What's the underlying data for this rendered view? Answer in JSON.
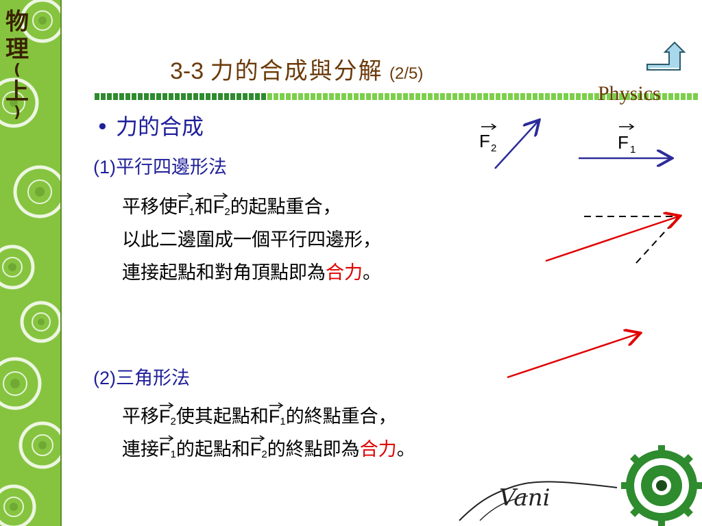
{
  "sidebar": {
    "title_chars": [
      "物",
      "理",
      "(",
      "上",
      ")"
    ]
  },
  "header": {
    "title_num": "3-3",
    "title_cn": "力的合成與分解",
    "title_page": "(2/5)",
    "brand": "Physics"
  },
  "content": {
    "bullet": "•",
    "heading": "力的合成",
    "method1": {
      "num": "(1)",
      "label": "平行四邊形法"
    },
    "m1_line1": {
      "a": "平移使",
      "v1": "F",
      "s1": "1",
      "b": "和",
      "v2": "F",
      "s2": "2",
      "c": "的起點重合，"
    },
    "m1_line2": "以此二邊圍成一個平行四邊形，",
    "m1_line3": {
      "a": "連接起點和對角頂點即為",
      "red": "合力",
      "end": "。"
    },
    "method2": {
      "num": "(2)",
      "label": "三角形法"
    },
    "m2_line1": {
      "a": "平移",
      "v1": "F",
      "s1": "2",
      "b": "使其起點和",
      "v2": "F",
      "s2": "1",
      "c": "的終點重合，"
    },
    "m2_line2": {
      "a": "連接",
      "v1": "F",
      "s1": "1",
      "b": "的起點和",
      "v2": "F",
      "s2": "2",
      "c": "的終點即為",
      "red": "合力",
      "end": "。"
    }
  },
  "diagram": {
    "f2_label": "F",
    "f2_sub": "2",
    "f1_label": "F",
    "f1_sub": "1",
    "colors": {
      "vector": "#2b2b9a",
      "resultant": "#e00000",
      "dashed": "#000000"
    }
  },
  "logo": {
    "text": "Vani"
  },
  "icons": {
    "nav": "return-arrow-icon",
    "gear": "gear-icon"
  }
}
